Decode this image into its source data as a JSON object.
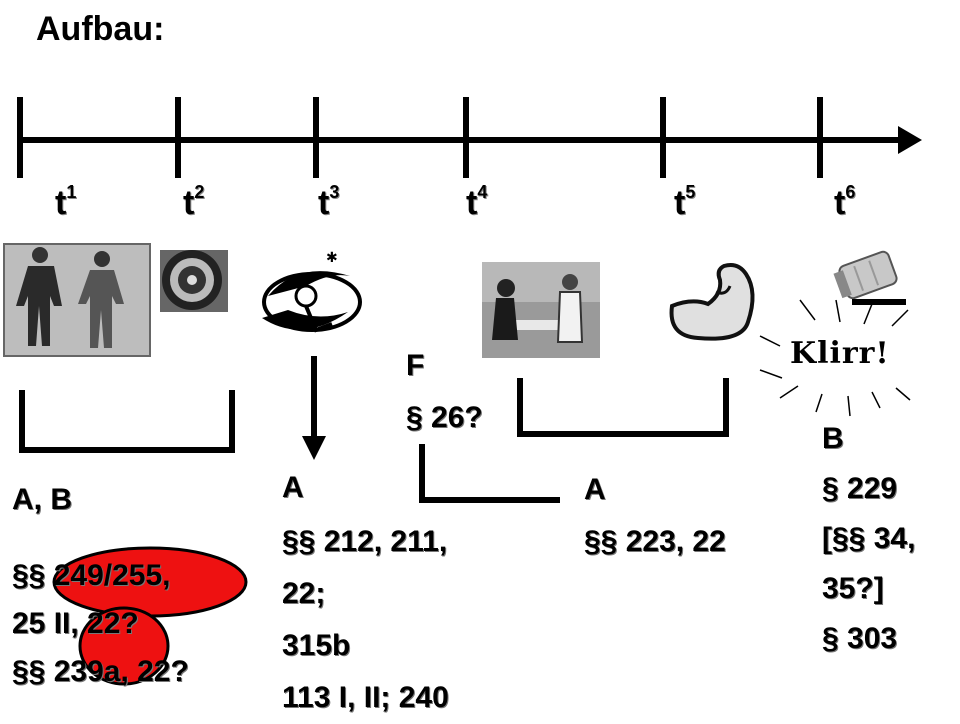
{
  "title": "Aufbau:",
  "timeline": {
    "ticks": [
      {
        "base": "t",
        "sup": "1"
      },
      {
        "base": "t",
        "sup": "2"
      },
      {
        "base": "t",
        "sup": "3"
      },
      {
        "base": "t",
        "sup": "4"
      },
      {
        "base": "t",
        "sup": "5"
      },
      {
        "base": "t",
        "sup": "6"
      }
    ]
  },
  "images": {
    "couple": "walking-couple-clipart",
    "safe": "safe-dial-clipart",
    "thief": "fleeing-thief-clipart",
    "dinner": "dinner-couple-photo",
    "arm": "flexed-arm-clipart",
    "salt": "salt-shaker-clipart"
  },
  "sound": "Klirr!",
  "groups": {
    "ab": {
      "heading": "A, B",
      "lines": [
        "§§ 249/255,",
        "25 II, 22?",
        "§§ 239a, 22?"
      ]
    },
    "a1": {
      "heading": "A",
      "lines": [
        "§§ 212, 211,",
        "22;",
        "315b",
        "113 I, II; 240"
      ]
    },
    "f": {
      "heading": "F",
      "lines": [
        "§ 26?"
      ]
    },
    "a2": {
      "heading": "A",
      "lines": [
        "§§ 223, 22"
      ]
    },
    "b": {
      "heading": "B",
      "lines": [
        "§ 229",
        "[§§ 34,",
        "35?]",
        "§ 303"
      ]
    }
  },
  "colors": {
    "highlight": "#ee1111",
    "line": "#000000"
  }
}
